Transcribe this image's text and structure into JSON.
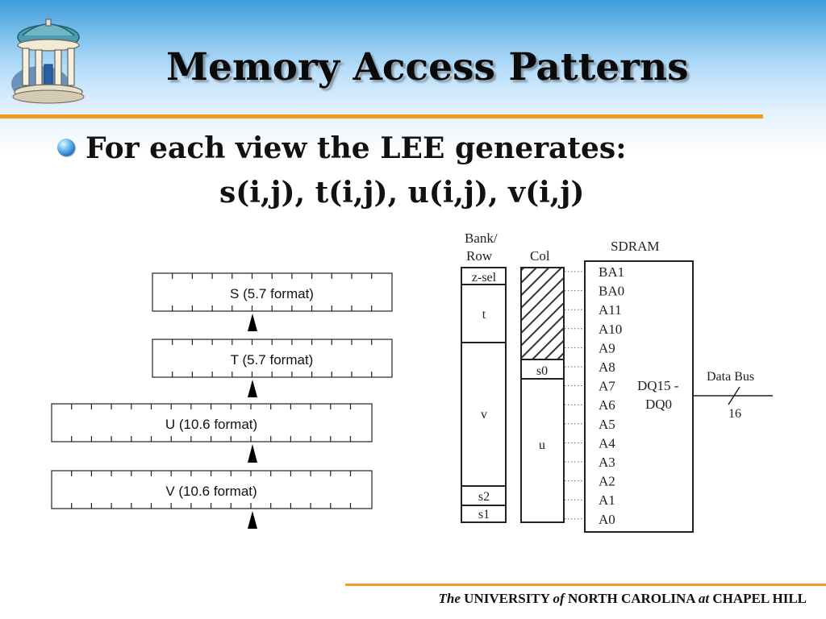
{
  "slide": {
    "title": "Memory Access Patterns",
    "bullet": "For each view the LEE generates:",
    "bullet_sub": "s(i,j), t(i,j), u(i,j), v(i,j)"
  },
  "registers": [
    {
      "label": "S (5.7 format)"
    },
    {
      "label": "T (5.7 format)"
    },
    {
      "label": "U (10.6 format)"
    },
    {
      "label": "V (10.6 format)"
    }
  ],
  "sdram_diagram": {
    "bank_row_header_1": "Bank/",
    "bank_row_header_2": "Row",
    "col_header": "Col",
    "sdram_header": "SDRAM",
    "left_fields": [
      "z-sel",
      "t",
      "v",
      "s2",
      "s1"
    ],
    "mid_fields": [
      "s0",
      "u"
    ],
    "address_pins": [
      "BA1",
      "BA0",
      "A11",
      "A10",
      "A9",
      "A8",
      "A7",
      "A6",
      "A5",
      "A4",
      "A3",
      "A2",
      "A1",
      "A0"
    ],
    "data_pins_1": "DQ15 -",
    "data_pins_2": "DQ0",
    "bus_label": "Data Bus",
    "bus_width": "16"
  },
  "footer": {
    "the": "The",
    "university": "UNIVERSITY",
    "of": "of",
    "nc": "NORTH CAROLINA",
    "at": "at",
    "ch": "CHAPEL HILL"
  },
  "colors": {
    "accent_rule": "#f49a22",
    "header_gradient_top": "#3f9bdc"
  },
  "icons": [
    "old-well-logo",
    "bullet-dot"
  ]
}
